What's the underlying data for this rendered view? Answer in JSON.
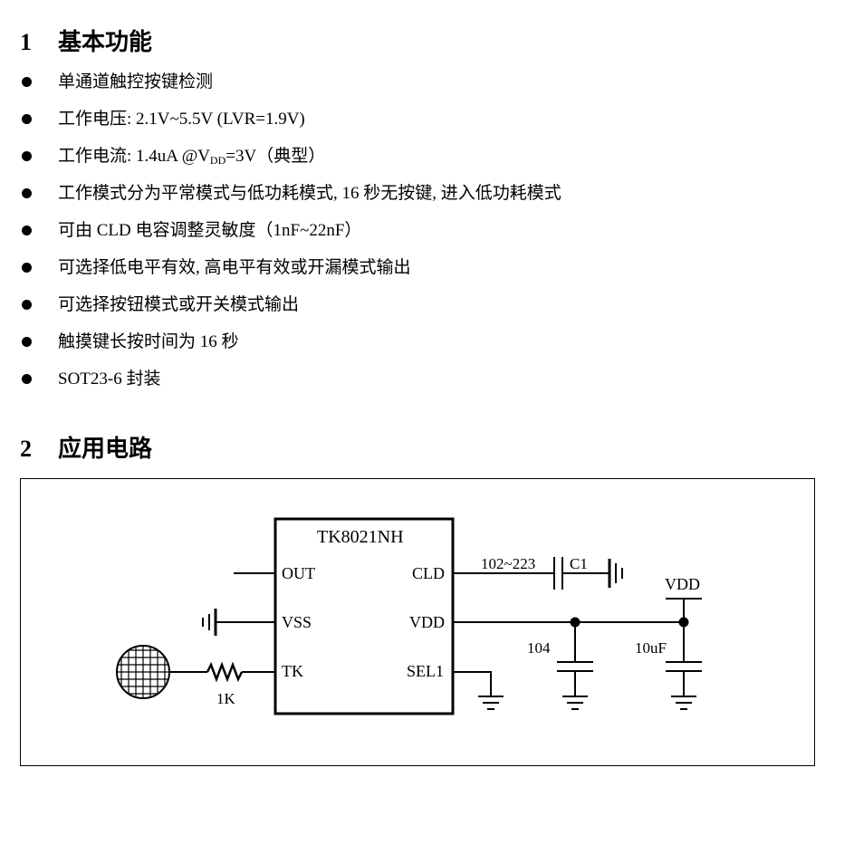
{
  "section1": {
    "number": "1",
    "title": "基本功能"
  },
  "features": [
    {
      "text": "单通道触控按键检测"
    },
    {
      "text": "工作电压: 2.1V~5.5V (LVR=1.9V)"
    },
    {
      "pre": "工作电流: 1.4uA @V",
      "sub": "DD",
      "post": "=3V（典型）"
    },
    {
      "text": "工作模式分为平常模式与低功耗模式, 16 秒无按键, 进入低功耗模式"
    },
    {
      "text": "可由 CLD 电容调整灵敏度（1nF~22nF）"
    },
    {
      "text": "可选择低电平有效, 高电平有效或开漏模式输出"
    },
    {
      "text": "可选择按钮模式或开关模式输出"
    },
    {
      "text": "触摸键长按时间为 16 秒"
    },
    {
      "text": "SOT23-6 封装"
    }
  ],
  "section2": {
    "number": "2",
    "title": "应用电路"
  },
  "circuit": {
    "chip_name": "TK8021NH",
    "pins_left": [
      "OUT",
      "VSS",
      "TK"
    ],
    "pins_right": [
      "CLD",
      "VDD",
      "SEL1"
    ],
    "cld_cap_range": "102~223",
    "cld_cap_name": "C1",
    "resistor": "1K",
    "cap_104": "104",
    "cap_10uf": "10uF",
    "vdd_label": "VDD"
  }
}
